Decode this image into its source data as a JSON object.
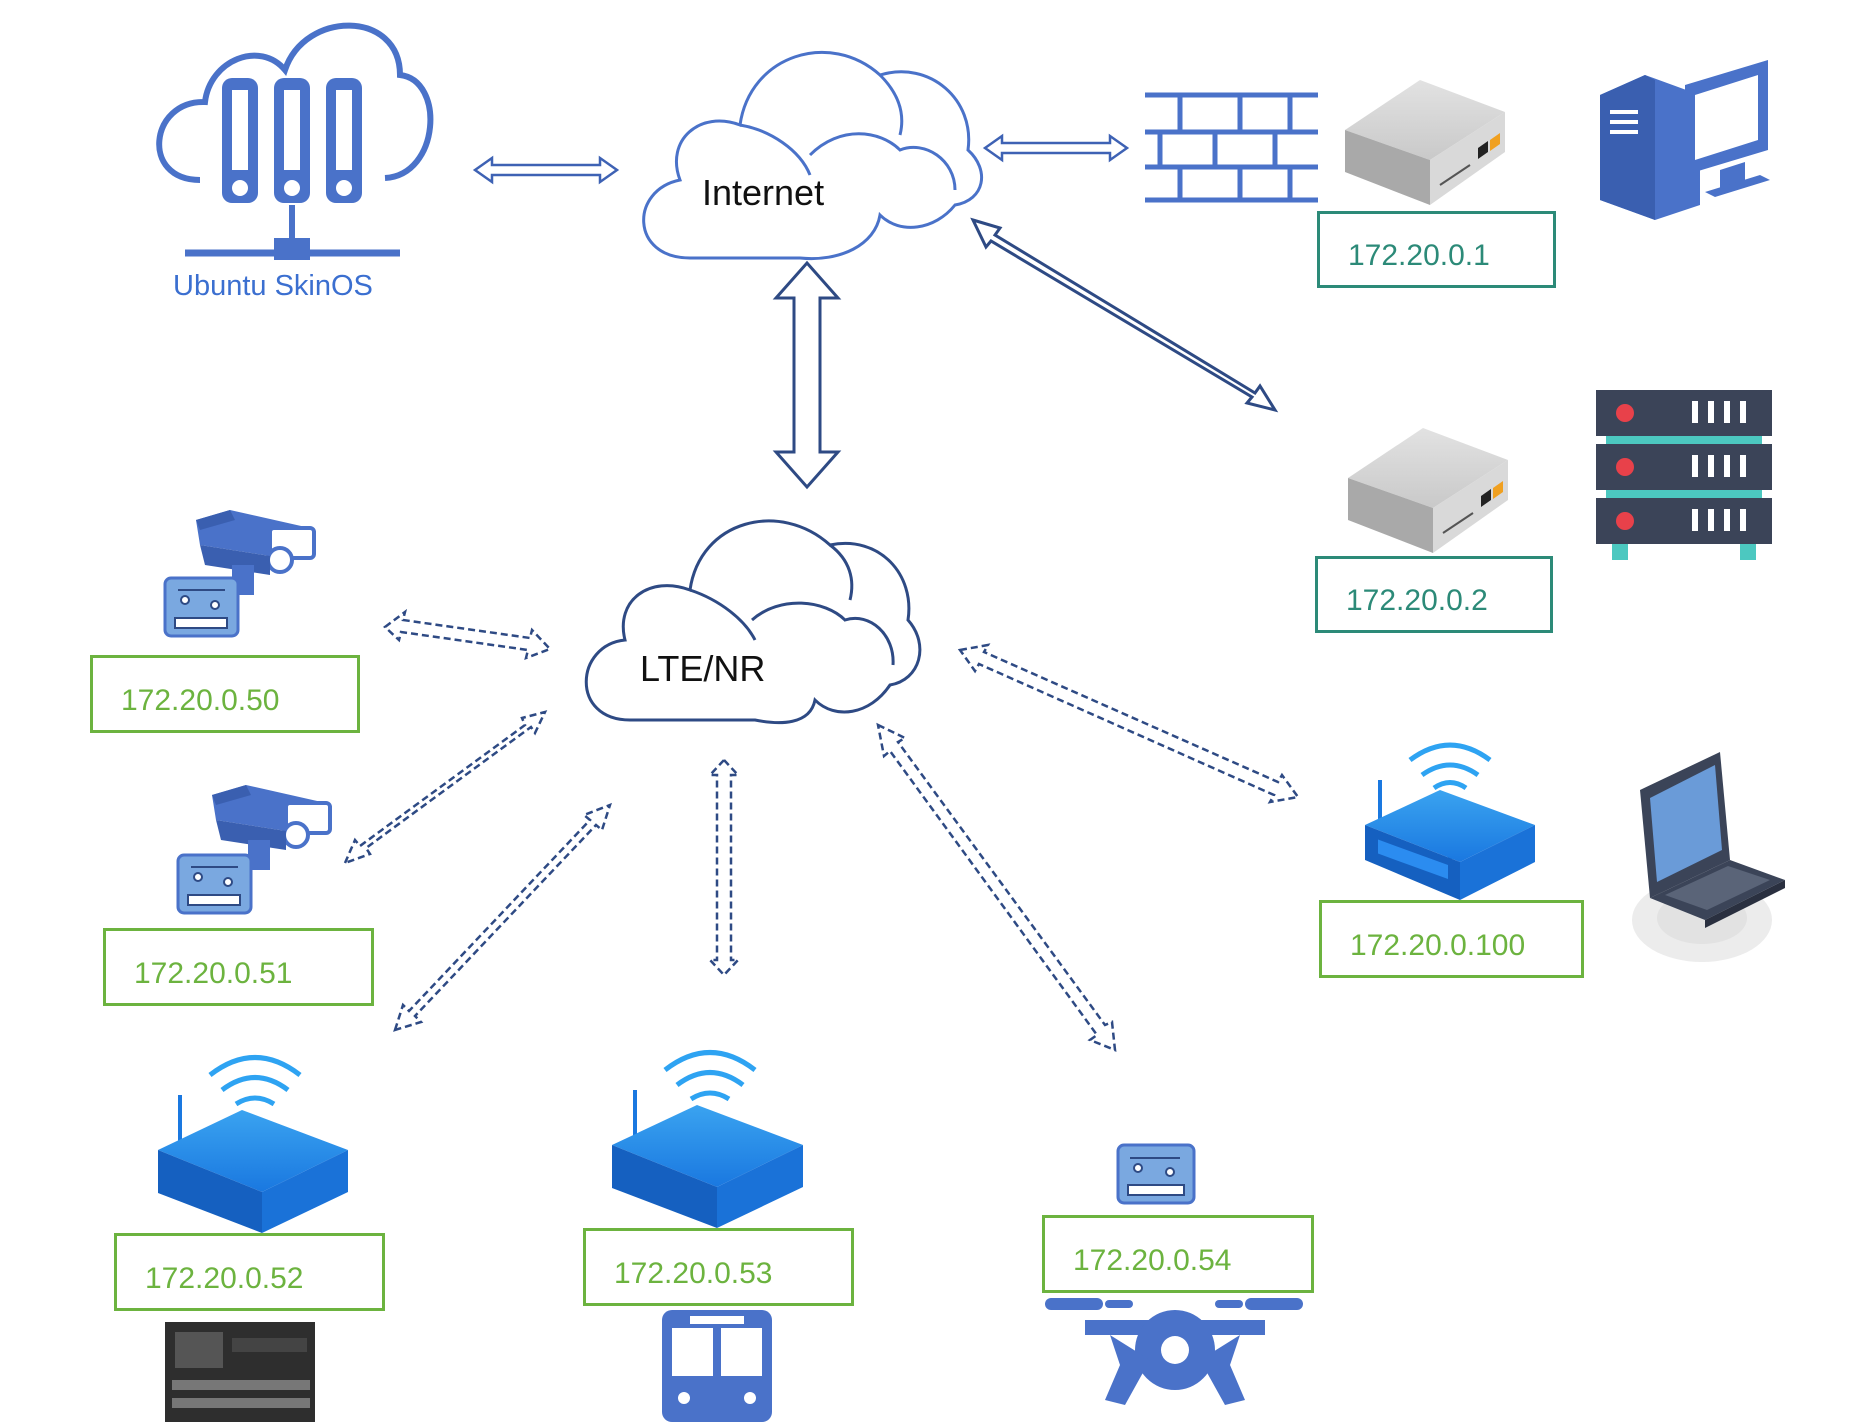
{
  "clouds": {
    "internet": "Internet",
    "lte": "LTE/NR"
  },
  "server": {
    "label": "Ubuntu SkinOS"
  },
  "ip_addresses": {
    "gw1": "172.20.0.1",
    "gw2": "172.20.0.2",
    "cam1": "172.20.0.50",
    "cam2": "172.20.0.51",
    "router_plc": "172.20.0.52",
    "router_bus": "172.20.0.53",
    "drone": "172.20.0.54",
    "router_laptop": "172.20.0.100"
  },
  "icons": {
    "server": "server-cloud-icon",
    "firewall": "firewall-icon",
    "gateway": "gateway-box-icon",
    "desktop": "desktop-computer-icon",
    "rack": "server-rack-icon",
    "camera": "security-camera-icon",
    "module": "circuit-module-icon",
    "router": "wifi-router-icon",
    "laptop": "laptop-icon",
    "plc": "plc-controller-icon",
    "bus": "bus-icon",
    "drone": "drone-icon"
  },
  "colors": {
    "primary_blue": "#4a72c9",
    "ip_green": "#6cb33f",
    "ip_teal": "#2c8a78",
    "link_dark": "#2e4a84"
  }
}
